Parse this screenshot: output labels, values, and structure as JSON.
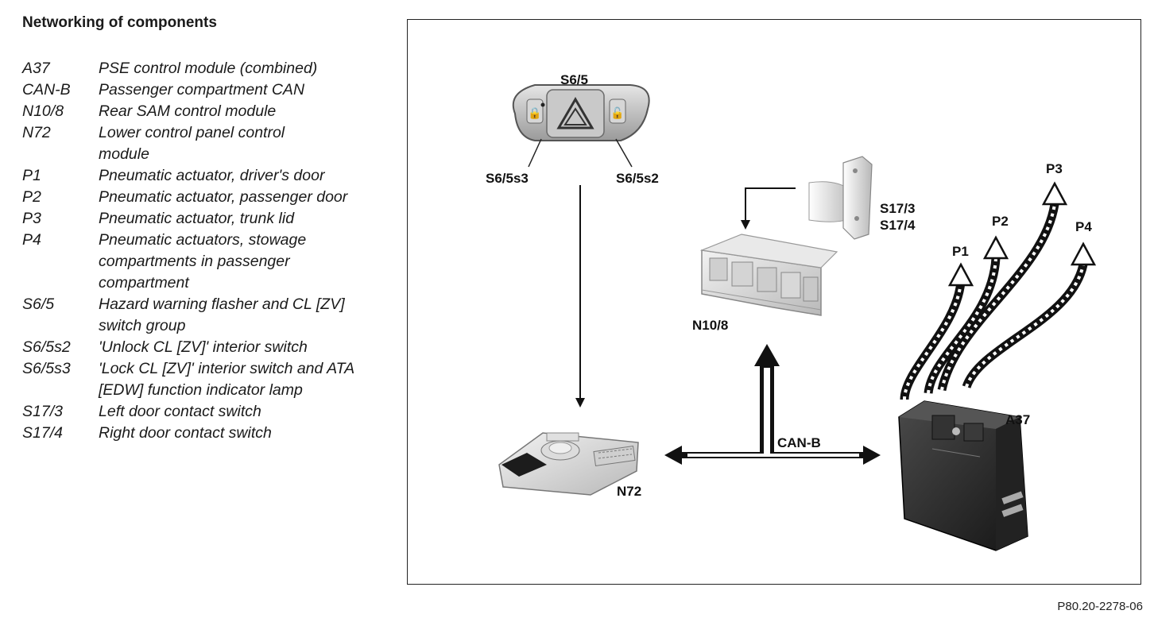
{
  "title": "Networking of components",
  "legend": [
    {
      "code": "A37",
      "desc": "PSE control module (combined)"
    },
    {
      "code": "CAN-B",
      "desc": "Passenger compartment CAN"
    },
    {
      "code": "N10/8",
      "desc": "Rear SAM control module"
    },
    {
      "code": "N72",
      "desc": "Lower control panel control module"
    },
    {
      "code": "P1",
      "desc": "Pneumatic actuator, driver's door"
    },
    {
      "code": "P2",
      "desc": "Pneumatic actuator, passenger door"
    },
    {
      "code": "P3",
      "desc": "Pneumatic actuator, trunk lid"
    },
    {
      "code": "P4",
      "desc": "Pneumatic actuators, stowage compartments in passenger compartment"
    },
    {
      "code": "S6/5",
      "desc": "Hazard warning flasher and CL [ZV] switch group"
    },
    {
      "code": "S6/5s2",
      "desc": "'Unlock CL [ZV]' interior switch"
    },
    {
      "code": "S6/5s3",
      "desc": "'Lock CL [ZV]' interior switch and ATA [EDW] function indicator lamp"
    },
    {
      "code": "S17/3",
      "desc": "Left door contact switch"
    },
    {
      "code": "S17/4",
      "desc": "Right door contact switch"
    }
  ],
  "diagram": {
    "labels": {
      "s6_5": "S6/5",
      "s6_5s3": "S6/5s3",
      "s6_5s2": "S6/5s2",
      "s17_3": "S17/3",
      "s17_4": "S17/4",
      "n10_8": "N10/8",
      "n72": "N72",
      "can_b": "CAN-B",
      "a37": "A37",
      "p1": "P1",
      "p2": "P2",
      "p3": "P3",
      "p4": "P4"
    }
  },
  "figure_id": "P80.20-2278-06"
}
